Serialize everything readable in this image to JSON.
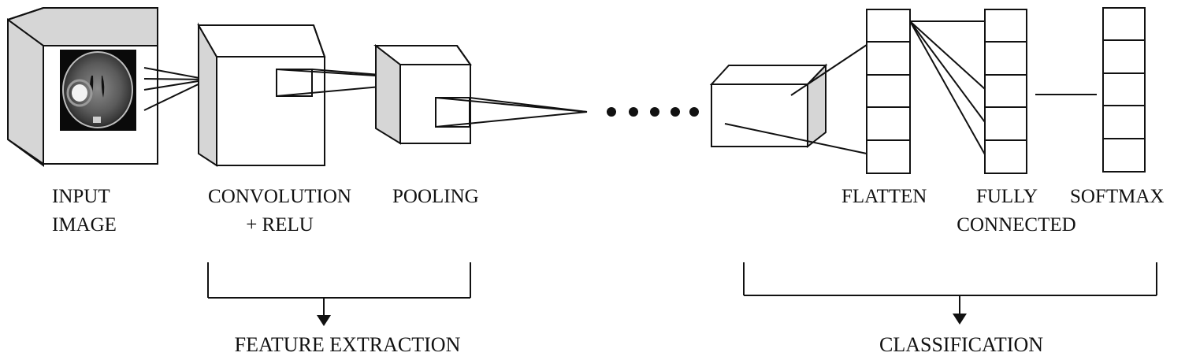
{
  "labels": {
    "input_line1": "INPUT",
    "input_line2": "IMAGE",
    "conv_line1": "CONVOLUTION",
    "conv_line2": "+ RELU",
    "pooling": "POOLING",
    "flatten": "FLATTEN",
    "fc_line1": "FULLY",
    "fc_line2": "CONNECTED",
    "softmax": "SOFTMAX"
  },
  "groups": {
    "feature_extraction": "FEATURE EXTRACTION",
    "classification": "CLASSIFICATION"
  },
  "colors": {
    "stroke": "#111111",
    "side_face": "#d6d6d6",
    "background": "#ffffff"
  },
  "icons": {
    "input_image": "brain-mri-icon",
    "continuation": "ellipsis-dots-icon"
  },
  "layers": {
    "flatten_cells": 5,
    "fully_connected_cells": 5,
    "softmax_cells": 5
  }
}
